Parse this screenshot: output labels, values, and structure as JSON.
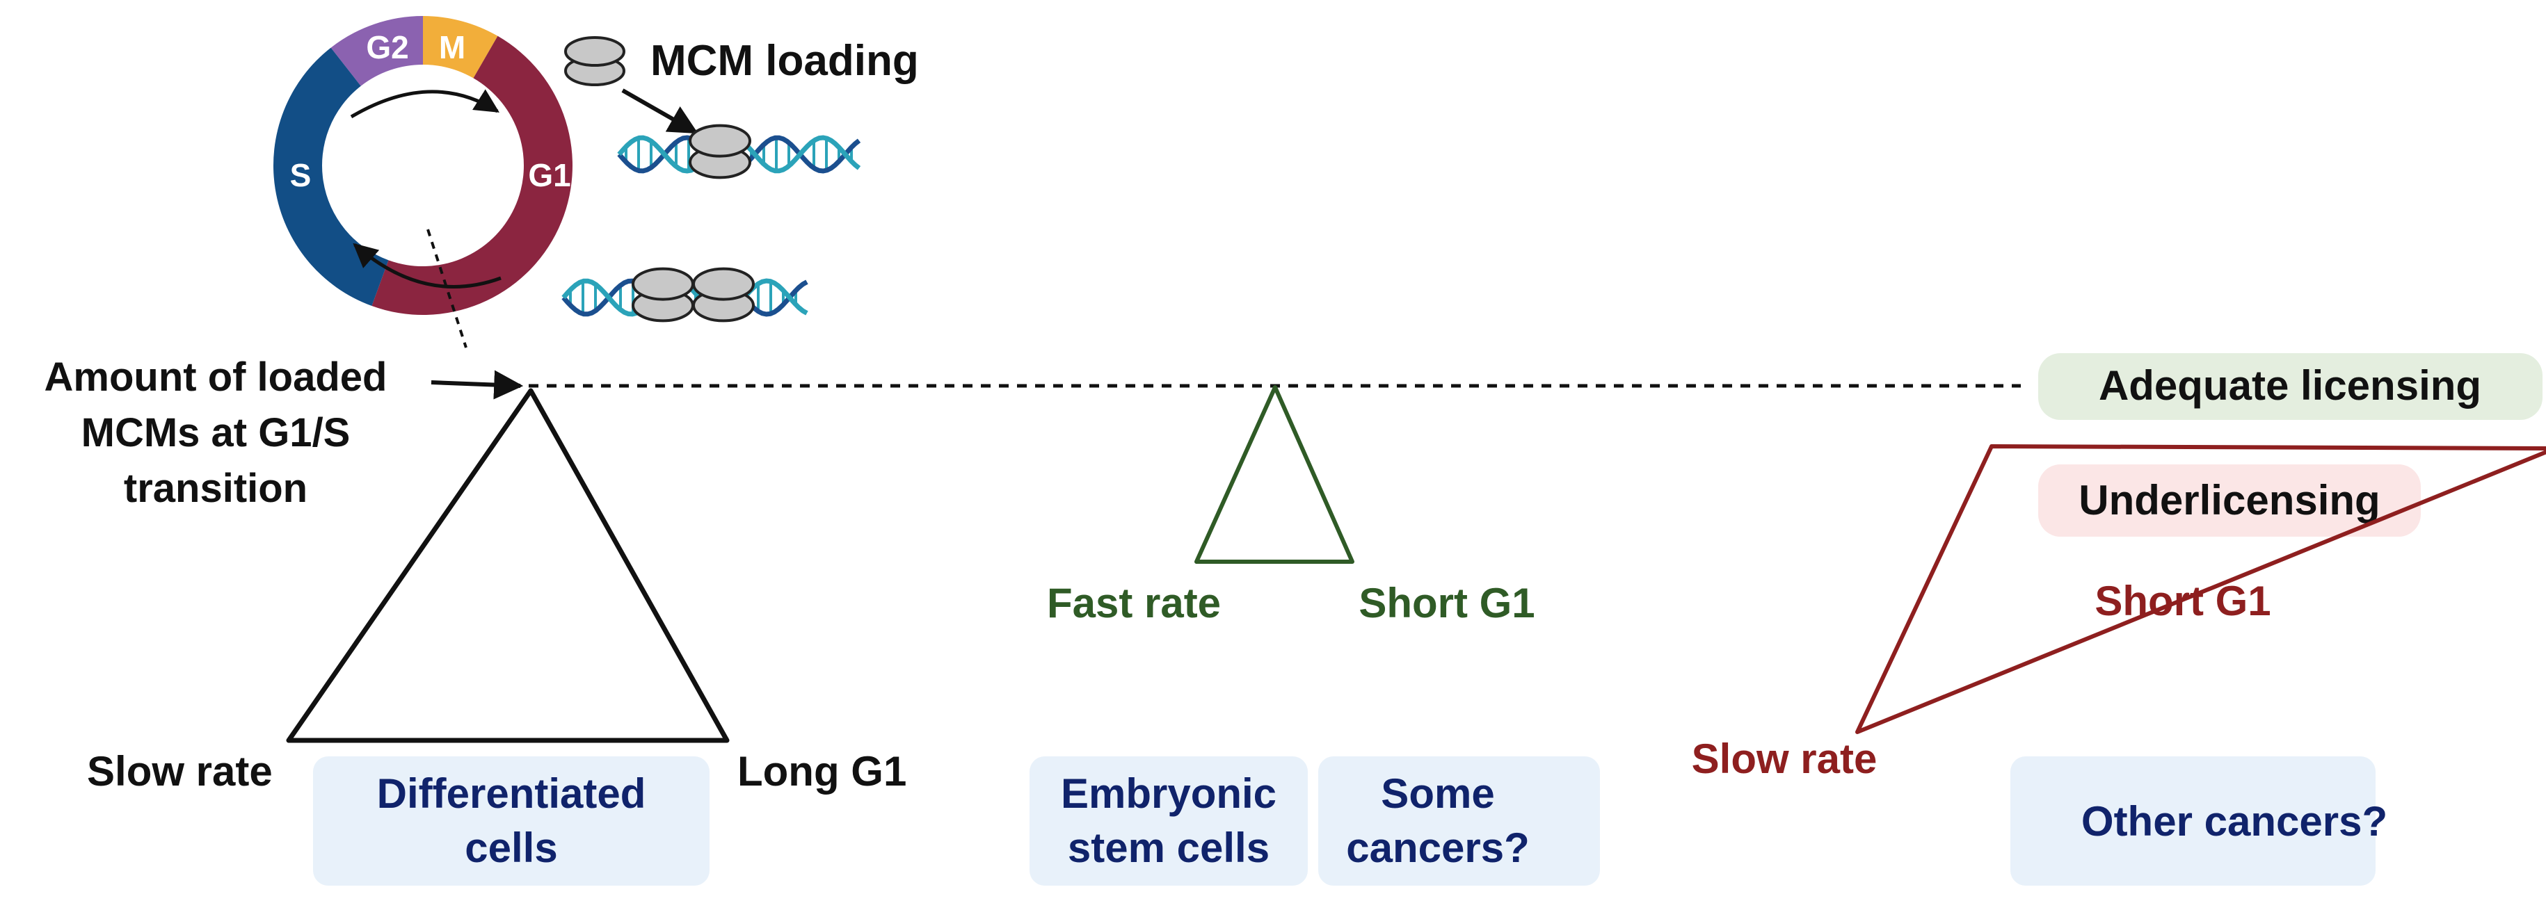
{
  "cell_cycle": {
    "phases": {
      "g2": {
        "label": "G2",
        "color": "#8B62B0"
      },
      "m": {
        "label": "M",
        "color": "#F2AE3A"
      },
      "g1": {
        "label": "G1",
        "color": "#8B2540"
      },
      "s": {
        "label": "S",
        "color": "#124E86"
      }
    }
  },
  "mcm": {
    "label": "MCM loading",
    "color": "#C8C8C8"
  },
  "amount_label": {
    "lines": [
      "Amount of loaded",
      "MCMs at G1/S",
      "transition"
    ]
  },
  "badges": {
    "adequate": {
      "label": "Adequate licensing",
      "bg": "#E4EEDF"
    },
    "under": {
      "label": "Underlicensing",
      "bg": "#FBE6E6"
    }
  },
  "scenarios": {
    "differentiated": {
      "color": "#111111",
      "left_label": "Slow rate",
      "right_label": "Long G1",
      "box": {
        "lines": [
          "Differentiated",
          "cells"
        ]
      }
    },
    "fast": {
      "color": "#2F5B26",
      "left_label": "Fast rate",
      "right_label": "Short G1",
      "boxes": [
        {
          "lines": [
            "Embryonic",
            "stem cells"
          ]
        },
        {
          "lines": [
            "Some",
            "cancers?"
          ]
        }
      ]
    },
    "under": {
      "color": "#8E1F1F",
      "left_label": "Slow rate",
      "right_label": "Short G1",
      "box": {
        "lines": [
          "Other cancers?"
        ]
      }
    }
  },
  "colors": {
    "box_bg": "#E8F1FA",
    "box_text": "#10236B",
    "dna_a": "#1B4F8F",
    "dna_b": "#2BA3B9"
  }
}
